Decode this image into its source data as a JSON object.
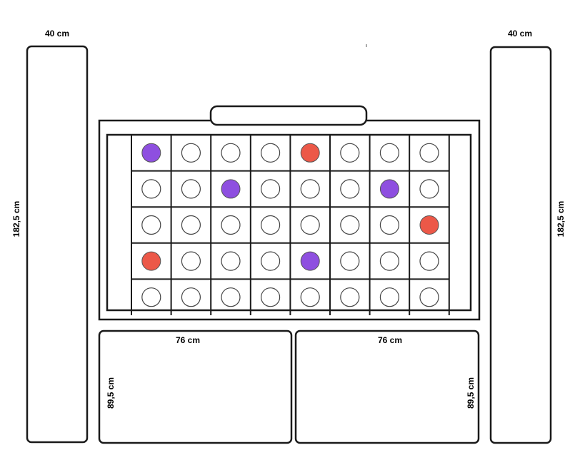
{
  "labels": {
    "left_panel_width": "40 cm",
    "right_panel_width": "40 cm",
    "left_panel_height": "182,5 cm",
    "right_panel_height": "182,5 cm",
    "left_bench_width": "76 cm",
    "right_bench_width": "76 cm",
    "left_bench_height": "89,5 cm",
    "right_bench_height": "89,5 cm"
  },
  "grid": {
    "rows": 5,
    "cols": 8,
    "cells": [
      [
        "purple",
        "empty",
        "empty",
        "empty",
        "red",
        "empty",
        "empty",
        "empty"
      ],
      [
        "empty",
        "empty",
        "purple",
        "empty",
        "empty",
        "empty",
        "purple",
        "empty"
      ],
      [
        "empty",
        "empty",
        "empty",
        "empty",
        "empty",
        "empty",
        "empty",
        "red"
      ],
      [
        "red",
        "empty",
        "empty",
        "empty",
        "purple",
        "empty",
        "empty",
        "empty"
      ],
      [
        "empty",
        "empty",
        "empty",
        "empty",
        "empty",
        "empty",
        "empty",
        "empty"
      ]
    ]
  },
  "colors": {
    "outline": "#1a1a1a",
    "purple": "#8e4fe0",
    "red": "#ec5848",
    "empty": "#ffffff"
  }
}
